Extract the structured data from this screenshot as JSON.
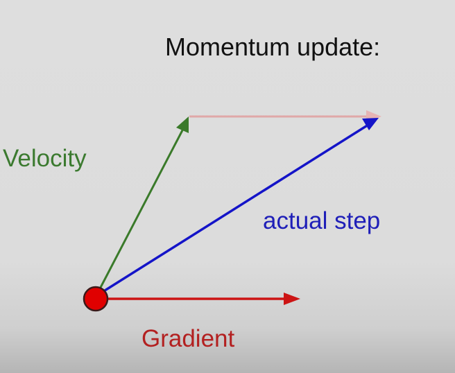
{
  "title": "Momentum update:",
  "labels": {
    "velocity": "Velocity",
    "actual_step": "actual step",
    "gradient": "Gradient"
  },
  "vectors": [
    {
      "name": "Velocity",
      "color": "#3a7a2a"
    },
    {
      "name": "actual step",
      "color": "#1414c8"
    },
    {
      "name": "Gradient",
      "color": "#cc1414"
    },
    {
      "name": "gradient-translated",
      "color": "#e0a0a0"
    }
  ],
  "colors": {
    "background": "#dcdcdc",
    "title": "#111111",
    "velocity": "#3b7a2f",
    "actual_step": "#1f1fb8",
    "gradient": "#b32020",
    "origin_point": "#e00000"
  }
}
